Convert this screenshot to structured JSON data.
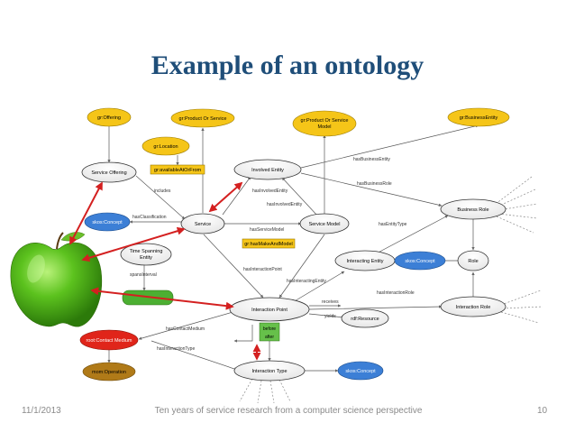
{
  "slide": {
    "title": "Example of an ontology",
    "footer_date": "11/1/2013",
    "footer_text": "Ten years of service research from a computer science perspective",
    "page_number": "10"
  },
  "diagram": {
    "nodes": {
      "gr_offering": "gr:Offering",
      "gr_product_or_service": "gr:Product Or Service",
      "gr_product_or_service_model_l1": "gr:Product Or Service",
      "gr_product_or_service_model_l2": "Model",
      "gr_business_entity": "gr:BusinessEntity",
      "gr_location": "gr:Location",
      "gr_available_at_or_from": "gr:availableAtOrFrom",
      "service_offering": "Service Offering",
      "involved_entity": "Involved Entity",
      "skos_concept_left": "skos:Concept",
      "service": "Service",
      "service_model": "Service Model",
      "business_role": "Business Role",
      "time_spanning_entity_l1": "Time Spanning",
      "time_spanning_entity_l2": "Entity",
      "gr_has_make_and_model": "gr:hasMakeAndModel",
      "interacting_entity": "Interacting Entity",
      "skos_concept_right": "skos:Concept",
      "role": "Role",
      "interaction_point": "Interaction Point",
      "rdf_resource": "rdf:Resource",
      "interaction_role": "Interaction Role",
      "before": "before",
      "after": "after",
      "root_contact_medium": "root:Contact Medium",
      "mom_operation": "mom:Operation",
      "interaction_type": "Interaction Type",
      "skos_concept_bottom": "skos:Concept"
    },
    "edge_labels": {
      "includes": "includes",
      "has_classification": "hasClassification",
      "has_involved_entity": "hasInvolvedEntity",
      "has_service_model": "hasServiceModel",
      "has_business_entity": "hasBusinessEntity",
      "has_business_role": "hasBusinessRole",
      "has_entity_type": "hasEntityType",
      "spans_interval": "spansInterval",
      "has_interaction_point": "hasInteractionPoint",
      "has_interacting_entity": "hasInteractingEntity",
      "receives": "receives",
      "yields": "yields",
      "has_interaction_role": "hasInteractionRole",
      "has_contact_medium": "hasContactMedium",
      "has_interaction_type": "hasInteractionType"
    }
  },
  "colors": {
    "title": "#1f4e79",
    "arrow_red": "#d42020",
    "ext_yellow": "#f5c518",
    "skos_blue": "#3c7fd6",
    "green_box": "#4caf32",
    "contact_red": "#e0251a",
    "operation_brown": "#b07a18"
  },
  "icons": {
    "apple": "green-apple-image"
  }
}
